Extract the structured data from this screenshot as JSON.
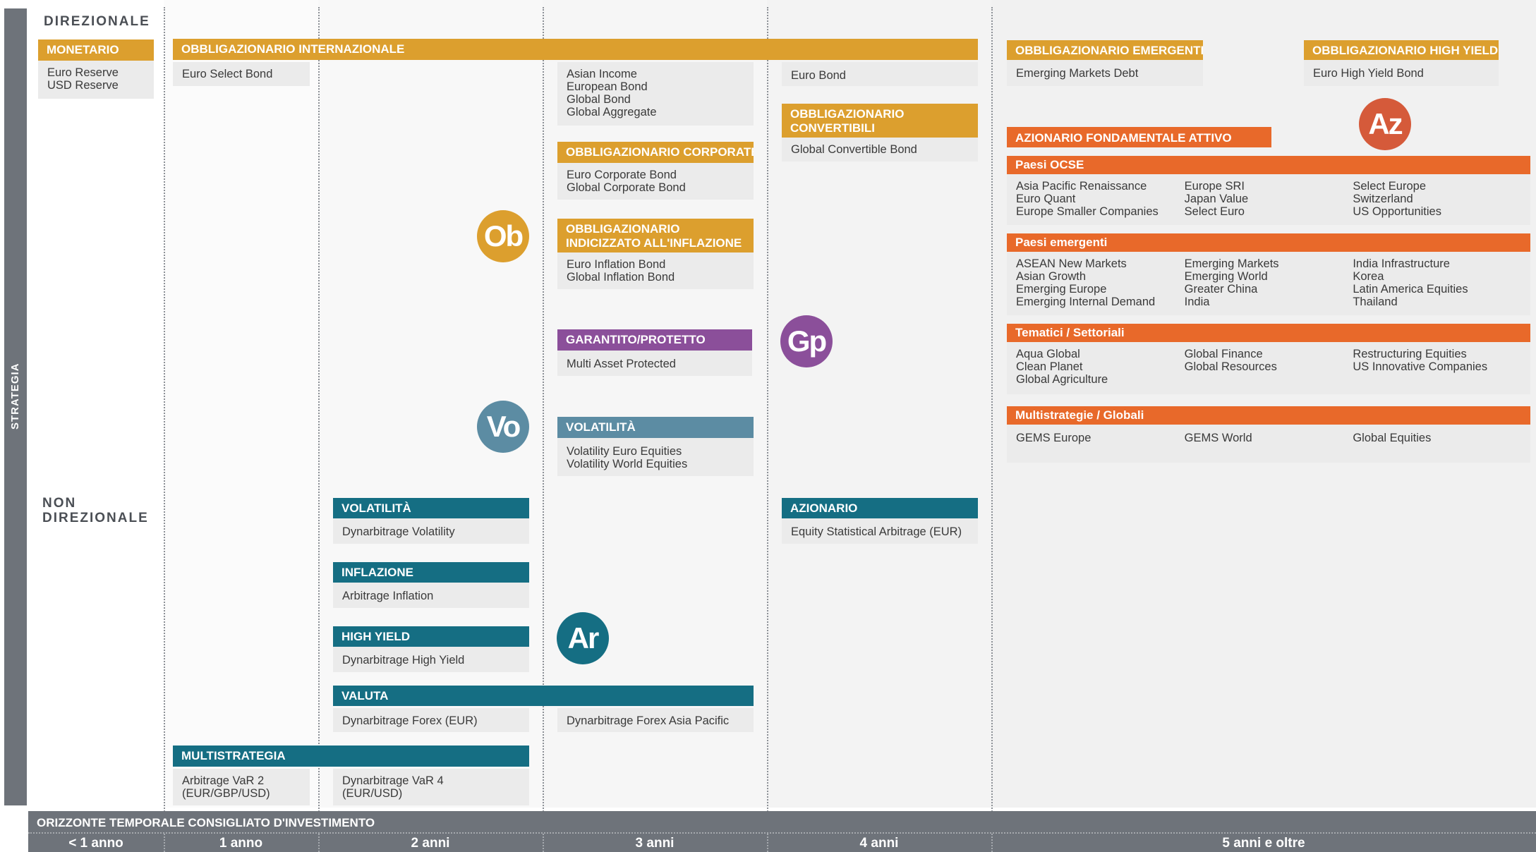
{
  "strategy_label": "STRATEGIA",
  "zones": {
    "directional": "DIREZIONALE",
    "non_directional_1": "NON",
    "non_directional_2": "DIREZIONALE"
  },
  "monetario": {
    "title": "MONETARIO",
    "items": [
      "Euro Reserve",
      "USD Reserve"
    ]
  },
  "obblig_internazionale": {
    "title": "OBBLIGAZIONARIO INTERNAZIONALE",
    "col1": [
      "Euro Select Bond"
    ],
    "col3": [
      "Asian Income",
      "European Bond",
      "Global Bond",
      "Global Aggregate"
    ],
    "col4": [
      "Euro Bond"
    ]
  },
  "obblig_corporate": {
    "title": "OBBLIGAZIONARIO CORPORATE",
    "items": [
      "Euro Corporate Bond",
      "Global Corporate Bond"
    ]
  },
  "obblig_inflazione": {
    "title": "OBBLIGAZIONARIO INDICIZZATO ALL'INFLAZIONE",
    "items": [
      "Euro Inflation Bond",
      "Global Inflation Bond"
    ]
  },
  "obblig_convertibili": {
    "title": "OBBLIGAZIONARIO CONVERTIBILI",
    "items": [
      "Global Convertible Bond"
    ]
  },
  "garantito": {
    "title": "GARANTITO/PROTETTO",
    "items": [
      "Multi Asset Protected"
    ]
  },
  "volatilita_dir": {
    "title": "VOLATILITÀ",
    "items": [
      "Volatility Euro Equities",
      "Volatility World Equities"
    ]
  },
  "obblig_emergenti": {
    "title": "OBBLIGAZIONARIO EMERGENTI",
    "items": [
      "Emerging Markets Debt"
    ]
  },
  "obblig_high_yield": {
    "title": "OBBLIGAZIONARIO HIGH YIELD",
    "items": [
      "Euro High Yield Bond"
    ]
  },
  "azionario_fondamentale": {
    "title": "AZIONARIO FONDAMENTALE ATTIVO"
  },
  "paesi_ocse": {
    "title": "Paesi OCSE",
    "col1": [
      "Asia Pacific Renaissance",
      "Euro Quant",
      "Europe Smaller Companies"
    ],
    "col2": [
      "Europe SRI",
      "Japan Value",
      "Select Euro"
    ],
    "col3": [
      "Select Europe",
      "Switzerland",
      "US Opportunities"
    ]
  },
  "paesi_emergenti": {
    "title": "Paesi emergenti",
    "col1": [
      "ASEAN New Markets",
      "Asian Growth",
      "Emerging Europe",
      "Emerging Internal Demand"
    ],
    "col2": [
      "Emerging Markets",
      "Emerging World",
      "Greater China",
      "India"
    ],
    "col3": [
      "India Infrastructure",
      "Korea",
      "Latin America Equities",
      "Thailand"
    ]
  },
  "tematici": {
    "title": "Tematici / Settoriali",
    "col1": [
      "Aqua Global",
      "Clean Planet",
      "Global Agriculture"
    ],
    "col2": [
      "Global Finance",
      "Global Resources"
    ],
    "col3": [
      "Restructuring Equities",
      "US Innovative Companies"
    ]
  },
  "multistrategie_globali": {
    "title": "Multistrategie / Globali",
    "col1": [
      "GEMS Europe"
    ],
    "col2": [
      "GEMS World"
    ],
    "col3": [
      "Global Equities"
    ]
  },
  "volatilita_nd": {
    "title": "VOLATILITÀ",
    "items": [
      "Dynarbitrage Volatility"
    ]
  },
  "inflazione_nd": {
    "title": "INFLAZIONE",
    "items": [
      "Arbitrage Inflation"
    ]
  },
  "high_yield_nd": {
    "title": "HIGH YIELD",
    "items": [
      "Dynarbitrage High Yield"
    ]
  },
  "valuta": {
    "title": "VALUTA",
    "col2": [
      "Dynarbitrage Forex (EUR)"
    ],
    "col3": [
      "Dynarbitrage Forex Asia Pacific"
    ]
  },
  "azionario_nd": {
    "title": "AZIONARIO",
    "items": [
      "Equity Statistical Arbitrage (EUR)"
    ]
  },
  "multistrategia": {
    "title": "MULTISTRATEGIA",
    "col1": [
      "Arbitrage VaR 2",
      "(EUR/GBP/USD)"
    ],
    "col2": [
      "Dynarbitrage VaR 4",
      "(EUR/USD)"
    ]
  },
  "badges": {
    "ob": "Ob",
    "gp": "Gp",
    "vo": "Vo",
    "ar": "Ar",
    "az": "Az"
  },
  "time_axis": {
    "title": "ORIZZONTE TEMPORALE CONSIGLIATO D'INVESTIMENTO",
    "ticks": [
      "< 1 anno",
      "1 anno",
      "2 anni",
      "3 anni",
      "4 anni",
      "5 anni e oltre"
    ]
  },
  "colors": {
    "gold": "#dc9f2e",
    "orange": "#e8692a",
    "purple": "#8b4f9a",
    "steel": "#5c8ca3",
    "teal": "#156e83",
    "gray": "#6e737a"
  }
}
